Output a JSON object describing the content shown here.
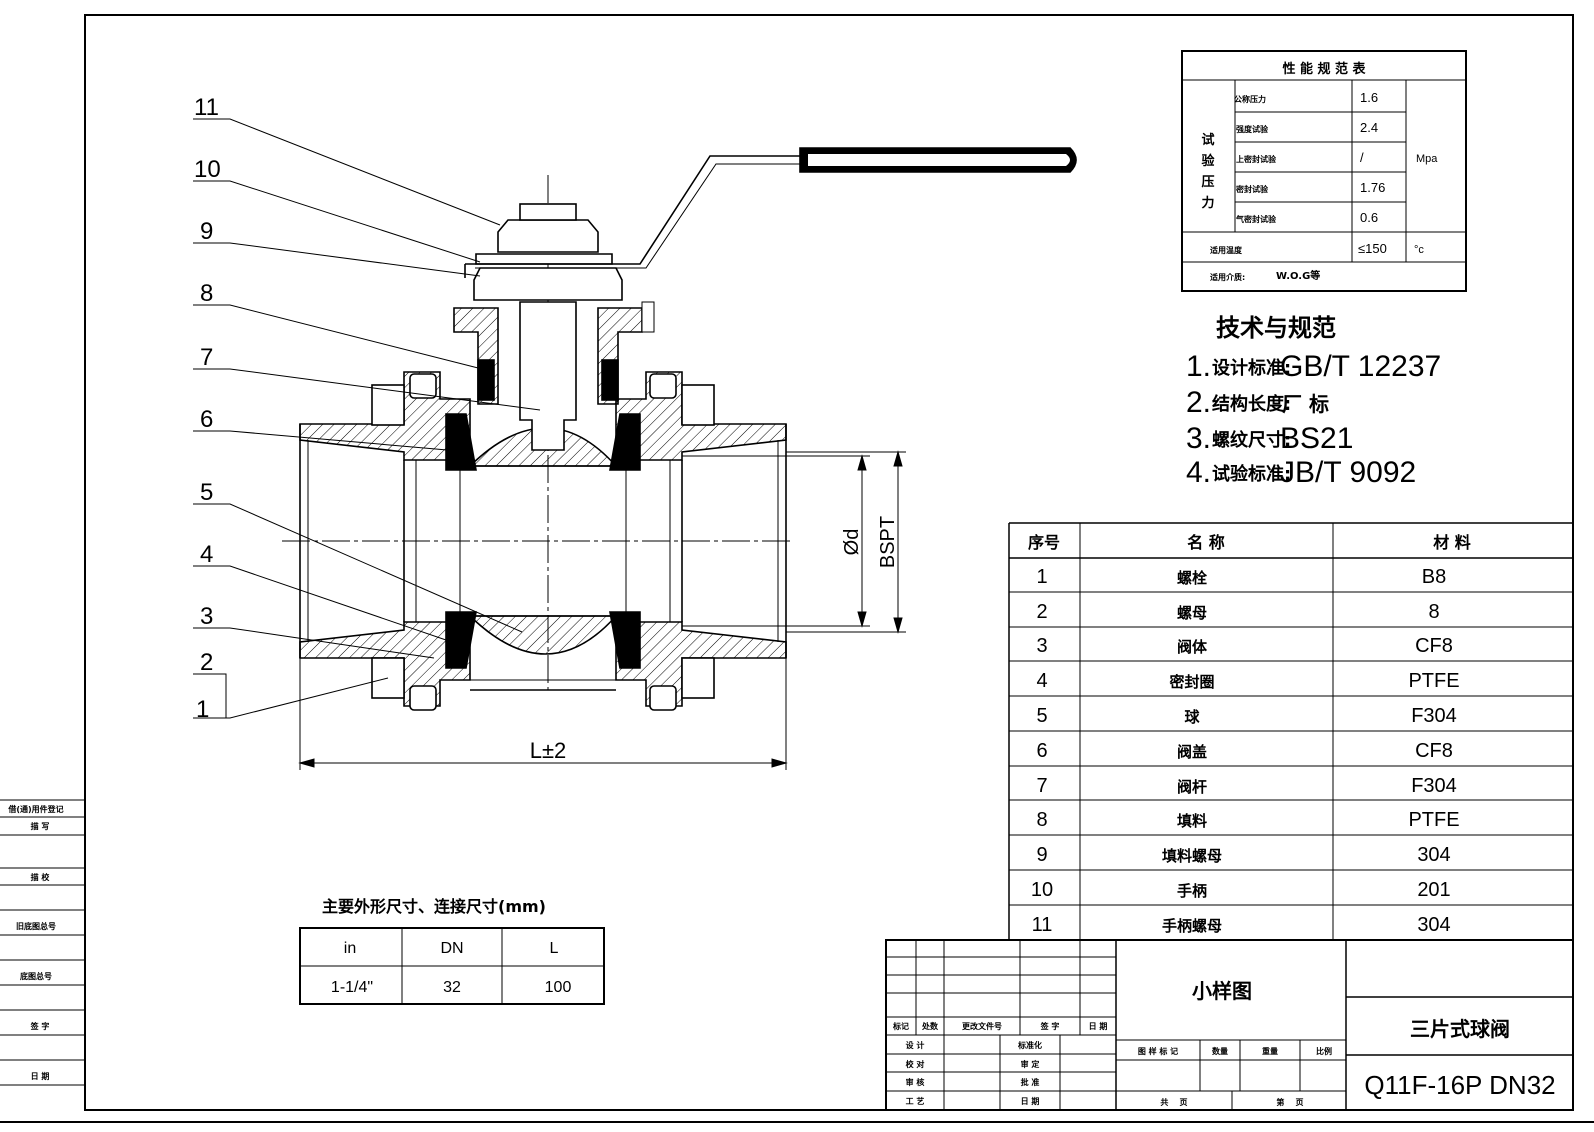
{
  "drawing": {
    "callouts": [
      "1",
      "2",
      "3",
      "4",
      "5",
      "6",
      "7",
      "8",
      "9",
      "10",
      "11"
    ],
    "dim_length": "L±2",
    "dim_bore": "Ød",
    "dim_thread": "BSPT"
  },
  "performance_table": {
    "title": "性 能 规 范 表",
    "group_label": [
      "试",
      "验",
      "压",
      "力"
    ],
    "rows": [
      {
        "label": "公称压力",
        "value": "1.6"
      },
      {
        "label": "强度试验",
        "value": "2.4"
      },
      {
        "label": "上密封试验",
        "value": "/"
      },
      {
        "label": "密封试验",
        "value": "1.76"
      },
      {
        "label": "气密封试验",
        "value": "0.6"
      }
    ],
    "unit": "Mpa",
    "temp_label": "适用温度",
    "temp_value": "≤150",
    "temp_unit": "°c",
    "medium_label": "适用介质:",
    "medium_value": "W.O.G等"
  },
  "specs": {
    "title": "技术与规范",
    "items": [
      {
        "num": "1.",
        "label": "设计标准:",
        "value": "GB/T 12237"
      },
      {
        "num": "2.",
        "label": "结构长度:",
        "value": "厂 标"
      },
      {
        "num": "3.",
        "label": "螺纹尺寸:",
        "value": "BS21"
      },
      {
        "num": "4.",
        "label": "试验标准:",
        "value": "JB/T 9092"
      }
    ]
  },
  "parts_table": {
    "headers": [
      "序号",
      "名    称",
      "材    料"
    ],
    "rows": [
      {
        "no": "1",
        "name": "螺栓",
        "material": "B8"
      },
      {
        "no": "2",
        "name": "螺母",
        "material": "8"
      },
      {
        "no": "3",
        "name": "阀体",
        "material": "CF8"
      },
      {
        "no": "4",
        "name": "密封圈",
        "material": "PTFE"
      },
      {
        "no": "5",
        "name": "球",
        "material": "F304"
      },
      {
        "no": "6",
        "name": "阀盖",
        "material": "CF8"
      },
      {
        "no": "7",
        "name": "阀杆",
        "material": "F304"
      },
      {
        "no": "8",
        "name": "填料",
        "material": "PTFE"
      },
      {
        "no": "9",
        "name": "填料螺母",
        "material": "304"
      },
      {
        "no": "10",
        "name": "手柄",
        "material": "201"
      },
      {
        "no": "11",
        "name": "手柄螺母",
        "material": "304"
      }
    ]
  },
  "dimension_table": {
    "title": "主要外形尺寸、连接尺寸(mm)",
    "headers": [
      "in",
      "DN",
      "L"
    ],
    "row": [
      "1-1/4\"",
      "32",
      "100"
    ]
  },
  "title_block": {
    "rev_headers": [
      "标记",
      "处数",
      "更改文件号",
      "签 字",
      "日 期"
    ],
    "roles_left": [
      "设 计",
      "校 对",
      "审 核",
      "工 艺"
    ],
    "roles_right": [
      "标准化",
      "审 定",
      "批 准",
      "日 期"
    ],
    "sketch": "小样图",
    "stage_headers": [
      "图 样 标 记",
      "数量",
      "重量",
      "比例"
    ],
    "sheets_total": "共    页",
    "sheet_no": "第    页",
    "product_name": "三片式球阀",
    "model": "Q11F-16P DN32"
  },
  "side_strip": {
    "labels": [
      "借(通)用件登记",
      "描 写",
      "描 校",
      "旧底图总号",
      "底图总号",
      "签 字",
      "日 期"
    ]
  }
}
